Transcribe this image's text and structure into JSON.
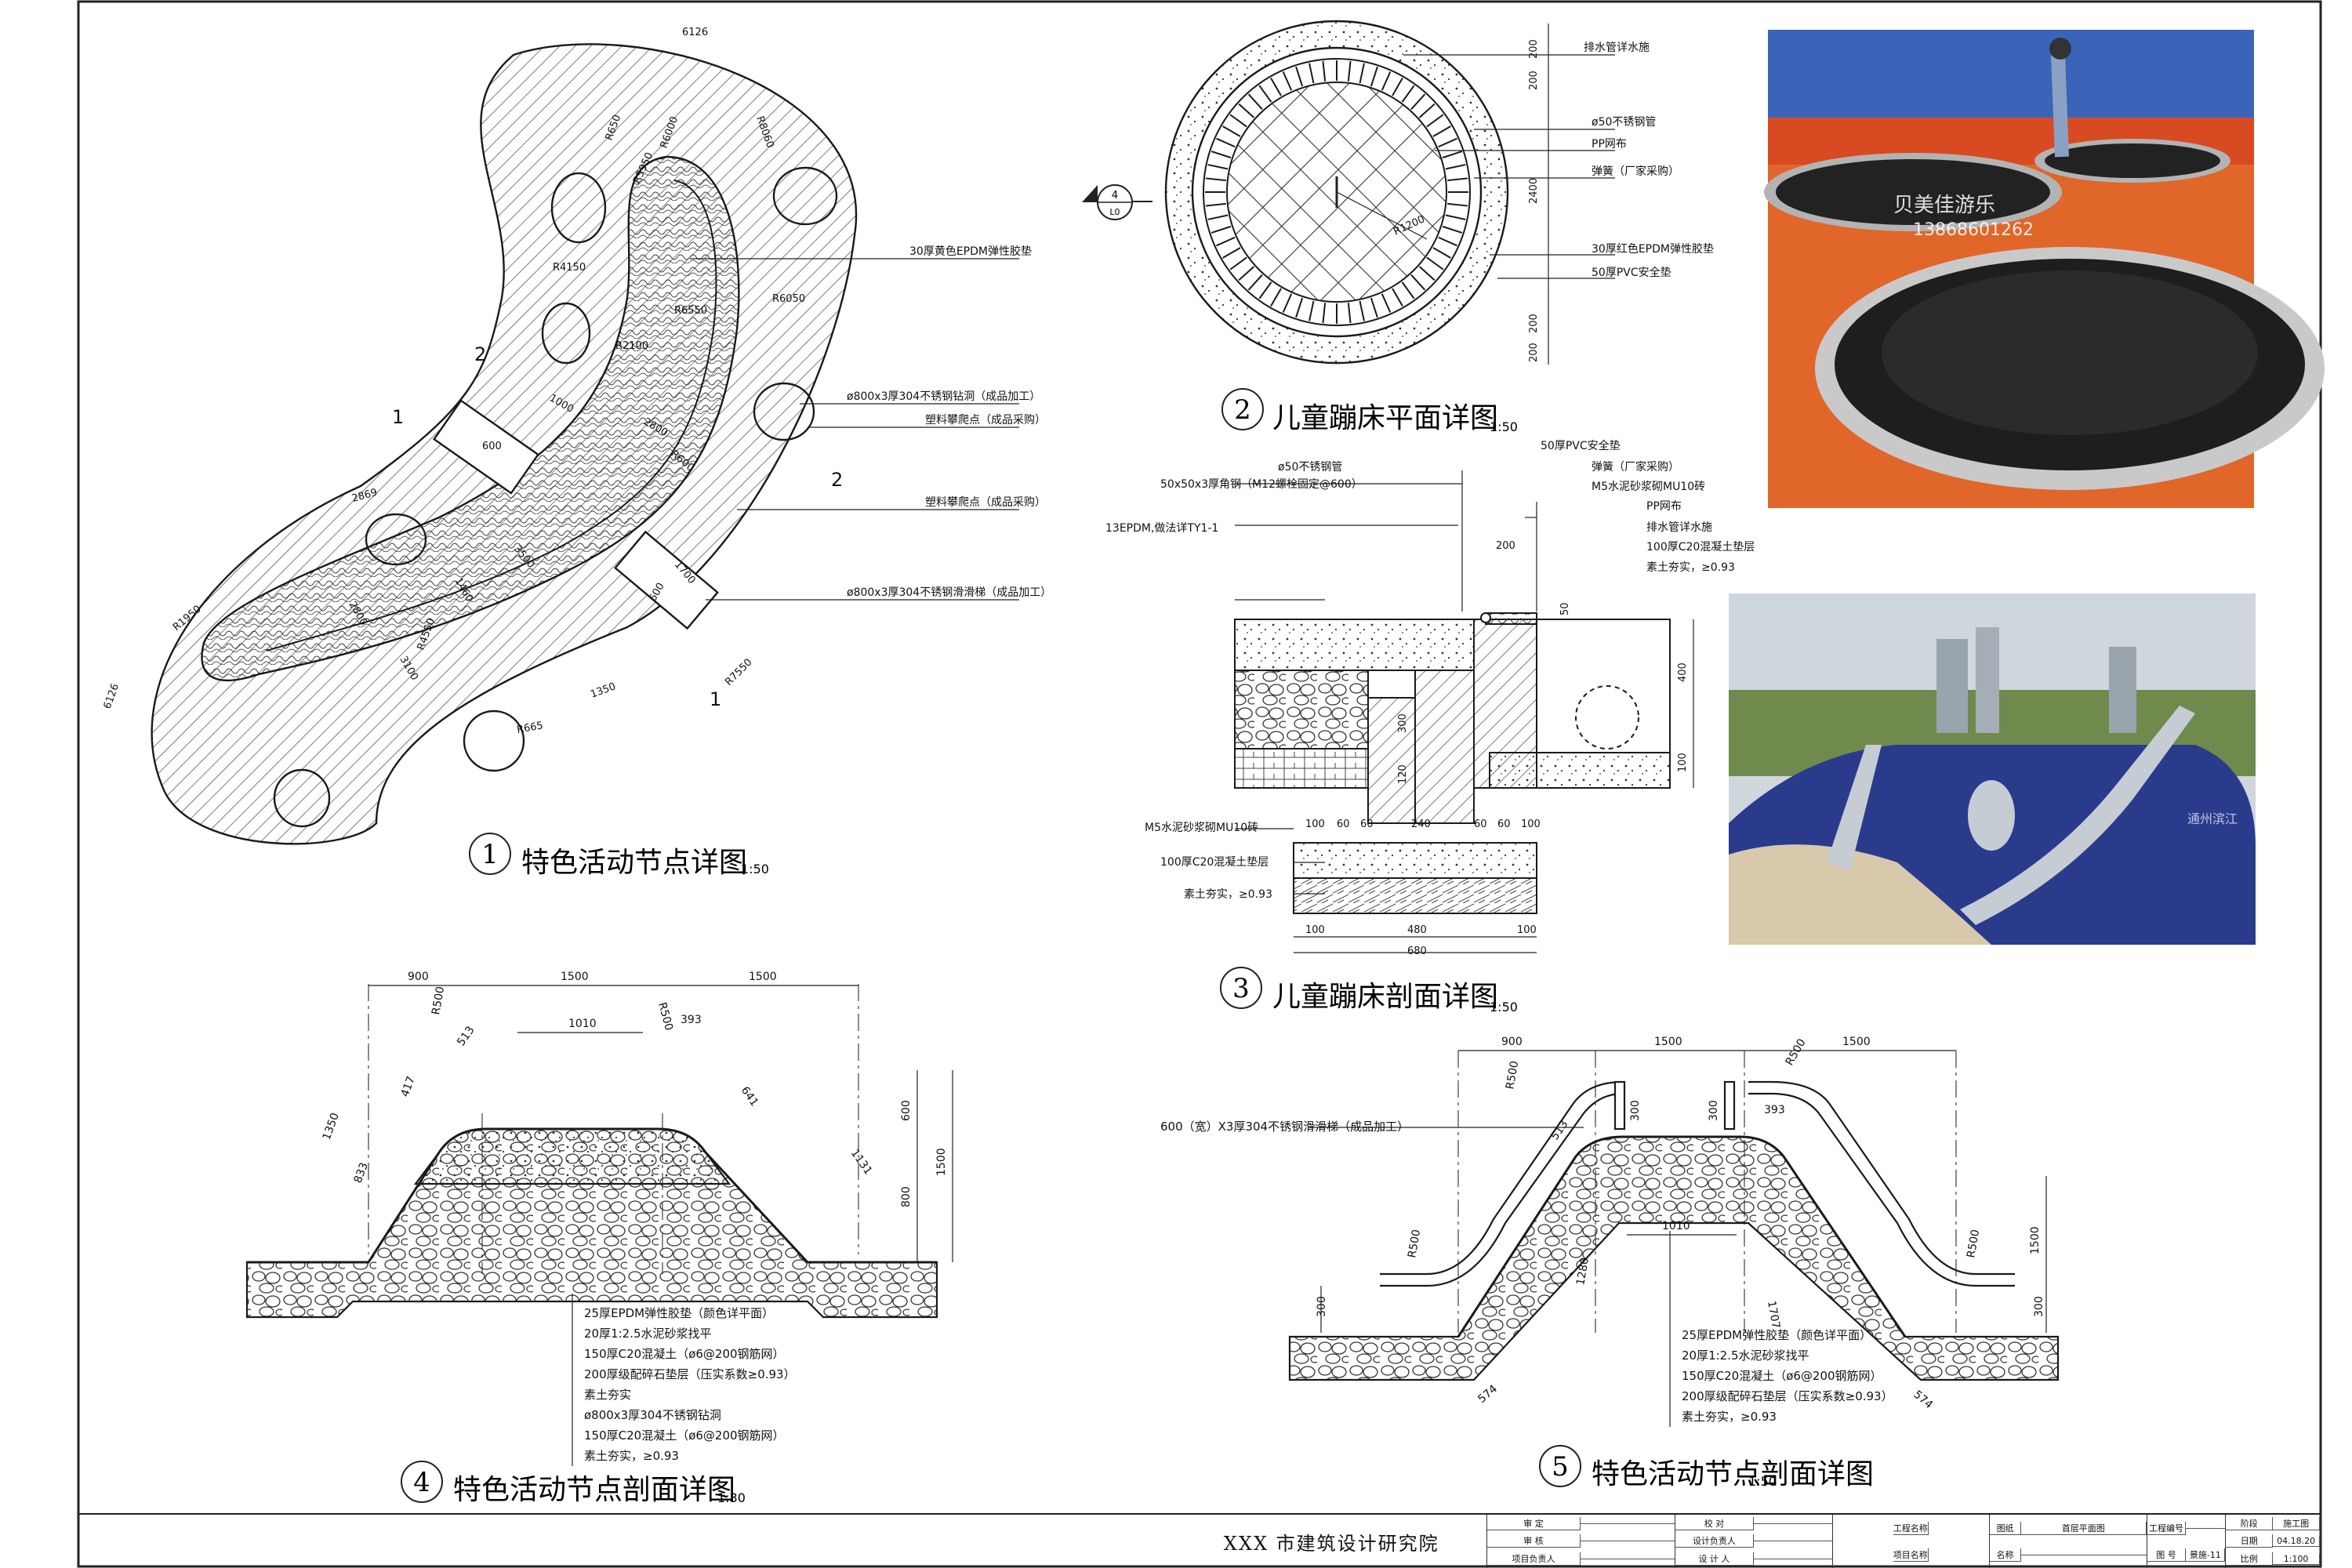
{
  "drawing": {
    "panel1": {
      "num": "1",
      "title": "特色活动节点详图",
      "scale": "1:50",
      "dims": [
        "6126",
        "6126",
        "2869",
        "R1950",
        "R4150",
        "R6550",
        "R6050",
        "R5950",
        "R2100",
        "R8060",
        "1000",
        "600",
        "600",
        "1700",
        "2800",
        "3500",
        "R600",
        "R665",
        "1350",
        "1460",
        "3100",
        "2800",
        "R650",
        "R4550",
        "R6000",
        "R7550"
      ],
      "section_marks": [
        "1",
        "1",
        "2",
        "2"
      ],
      "callouts": [
        "30厚黄色EPDM弹性胶垫",
        "ø800x3厚304不锈钢钻洞（成品加工）",
        "塑料攀爬点（成品采购）",
        "塑料攀爬点（成品采购）",
        "ø800x3厚304不锈钢滑滑梯（成品加工）"
      ]
    },
    "panel2": {
      "num": "2",
      "title": "儿童蹦床平面详图",
      "scale": "1:50",
      "dims": [
        "200",
        "200",
        "2400",
        "200",
        "200",
        "R1200"
      ],
      "index_mark": "4",
      "index_sub": "L0",
      "callouts": [
        "排水管详水施",
        "ø50不锈钢管",
        "PP网布",
        "弹簧（厂家采购）",
        "30厚红色EPDM弹性胶垫",
        "50厚PVC安全垫"
      ]
    },
    "panel3": {
      "num": "3",
      "title": "儿童蹦床剖面详图",
      "scale": "1:50",
      "dims_top": [
        "200"
      ],
      "dims_right": [
        "400",
        "100",
        "50"
      ],
      "dims_bottom": [
        "100",
        "60",
        "60",
        "240",
        "60",
        "60",
        "100",
        "100",
        "480",
        "100",
        "680"
      ],
      "dims_left": [
        "300",
        "120"
      ],
      "callouts_left": [
        "ø50不锈钢管",
        "50x50x3厚角钢（M12螺栓固定@600）",
        "13EPDM,做法详TY1-1",
        "M5水泥砂浆砌MU10砖",
        "100厚C20混凝土垫层",
        "素土夯实，≥0.93"
      ],
      "callouts_right": [
        "50厚PVC安全垫",
        "弹簧（厂家采购）",
        "M5水泥砂浆砌MU10砖",
        "PP网布",
        "排水管详水施",
        "100厚C20混凝土垫层",
        "素土夯实，≥0.93"
      ]
    },
    "panel4": {
      "num": "4",
      "title": "特色活动节点剖面详图",
      "scale": "1:30",
      "dims": [
        "900",
        "1500",
        "1500",
        "1010",
        "R500",
        "R500",
        "513",
        "393",
        "417",
        "1350",
        "833",
        "641",
        "1131",
        "600",
        "800",
        "1500"
      ],
      "layers": [
        "25厚EPDM弹性胶垫（颜色详平面）",
        "20厚1:2.5水泥砂浆找平",
        "150厚C20混凝土（ø6@200钢筋网）",
        "200厚级配碎石垫层（压实系数≥0.93）",
        "素土夯实",
        "ø800x3厚304不锈钢钻洞",
        "150厚C20混凝土（ø6@200钢筋网）",
        "素土夯实，≥0.93"
      ]
    },
    "panel5": {
      "num": "5",
      "title": "特色活动节点剖面详图",
      "scale": "1:50",
      "dims": [
        "900",
        "1500",
        "1500",
        "1010",
        "R500",
        "R500",
        "R500",
        "R500",
        "513",
        "393",
        "300",
        "300",
        "300",
        "300",
        "1280",
        "1707",
        "574",
        "574",
        "1500"
      ],
      "callout": "600（宽）X3厚304不锈钢滑滑梯（成品加工）",
      "layers": [
        "25厚EPDM弹性胶垫（颜色详平面）",
        "20厚1:2.5水泥砂浆找平",
        "150厚C20混凝土（ø6@200钢筋网）",
        "200厚级配碎石垫层（压实系数≥0.93）",
        "素土夯实，≥0.93"
      ]
    },
    "photo1": {
      "watermark": "贝美佳游乐",
      "phone": "13868601262"
    },
    "photo2": {
      "watermark": "通州滨江"
    }
  },
  "titleblock": {
    "institute": "XXX 市建筑设计研究院",
    "roles_left": [
      "审  定",
      "审  核",
      "项目负责人"
    ],
    "roles_mid": [
      "校  对",
      "设计负责人",
      "设 计 人"
    ],
    "project_labels": [
      "工程名称",
      "项目名称"
    ],
    "drawing_label": "图纸",
    "drawing_name": "首层平面图",
    "cat_label": "名称",
    "phase_label": "工程编号",
    "sheet_label": "图  号",
    "sheet_no": "景施-11",
    "stage_label": "阶段",
    "stage": "施工图",
    "date_label": "日期",
    "date": "04.18.20",
    "ratio_label": "比例",
    "ratio": "1:100"
  },
  "colors": {
    "line": "#1a1a1a",
    "photo_orange": "#e0662a",
    "photo_blue": "#2a3b8c"
  }
}
